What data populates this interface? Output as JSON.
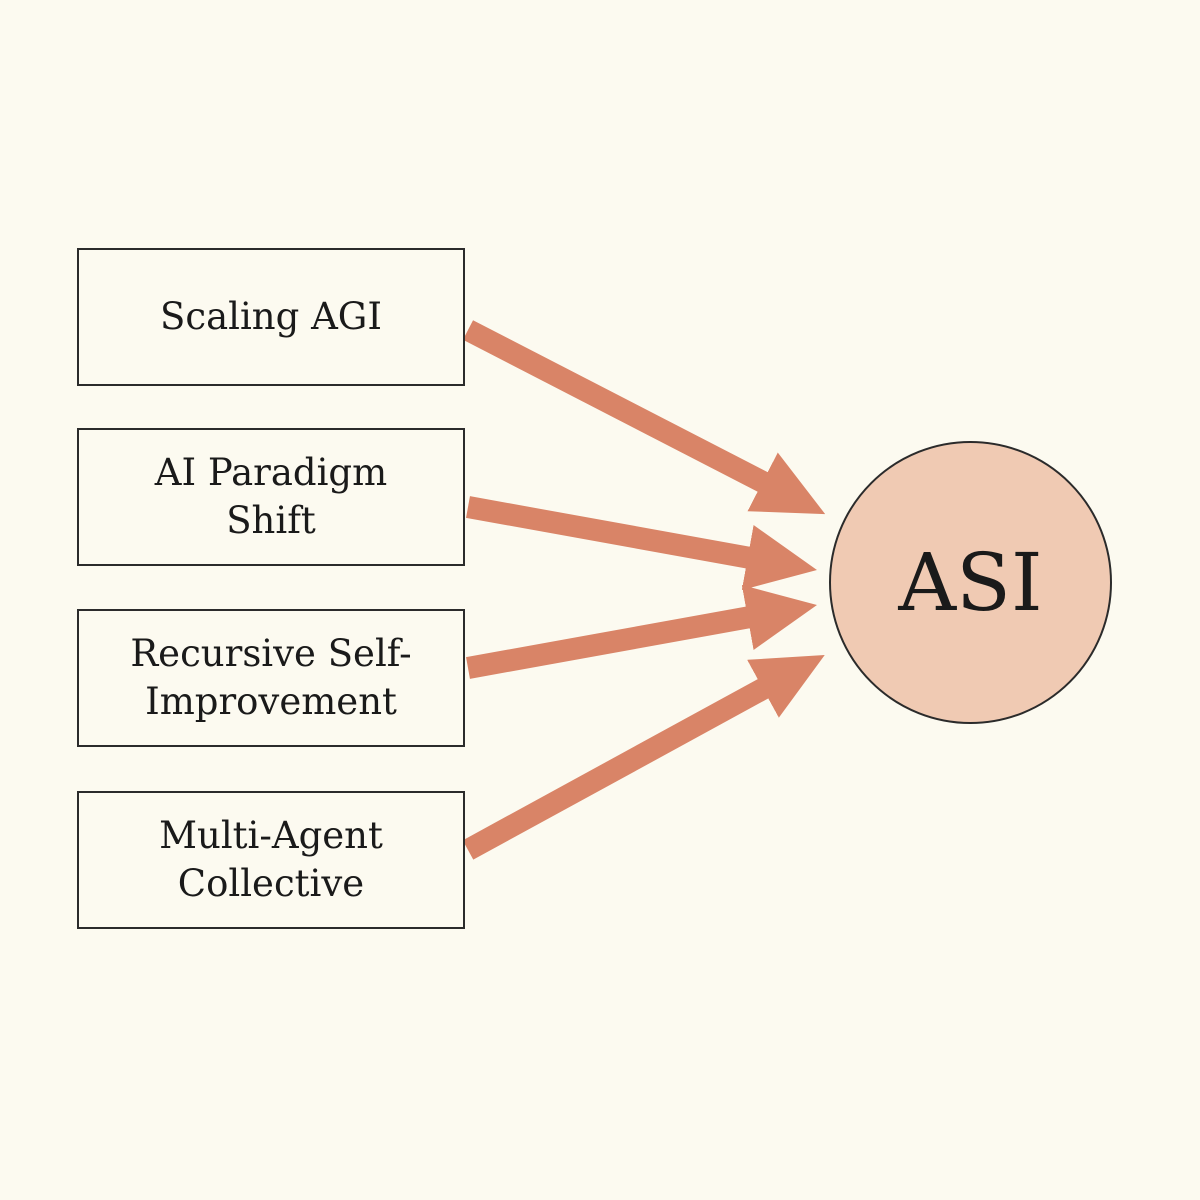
{
  "diagram": {
    "sources": [
      {
        "label": "Scaling AGI"
      },
      {
        "label": "AI Paradigm\nShift"
      },
      {
        "label": "Recursive Self-\nImprovement"
      },
      {
        "label": "Multi-Agent\nCollective"
      }
    ],
    "target": {
      "label": "ASI"
    },
    "colors": {
      "background": "#fcfaf0",
      "arrow": "#d98467",
      "node_fill": "#f0cab3",
      "border": "#2b2b2b"
    }
  }
}
